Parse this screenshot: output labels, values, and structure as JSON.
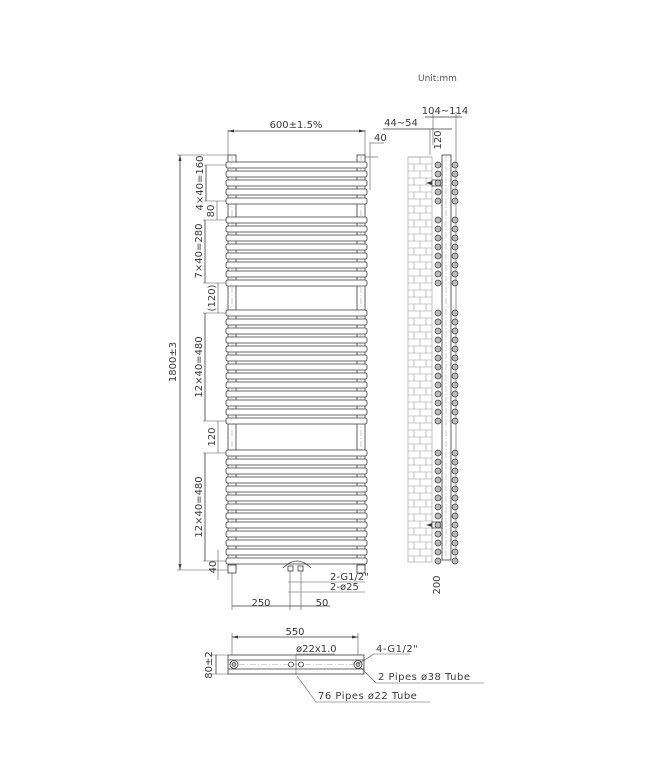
{
  "title": "Towel radiator technical drawing",
  "unit_label": "Unit:mm",
  "front_view": {
    "width_dim": "600±1.5%",
    "top_offset_dim": "40",
    "height_dim": "1800±3",
    "groups": [
      {
        "label": "4×40=160",
        "bars": 5
      },
      {
        "label": "7×40=280",
        "bars": 8
      },
      {
        "label": "12×40=480",
        "bars": 13
      },
      {
        "label": "12×40=480",
        "bars": 13
      }
    ],
    "gap_1": "80",
    "gap_2": "(120)",
    "gap_3": "120",
    "bottom_dim": "40",
    "connection_thread": "2-G1/2\"",
    "connection_diameter": "2-ø25",
    "connection_offset": "250",
    "connection_spacing": "50"
  },
  "side_view": {
    "depth_dim": "104~114",
    "wall_offset_dim": "44~54",
    "top_bracket_dim": "120",
    "bottom_bracket_dim": "200"
  },
  "bottom_view": {
    "width_dim": "550",
    "depth_dim": "80±2",
    "tube_spec": "ø22x1.0",
    "thread_label": "4-G1/2\"",
    "vertical_pipes_label": "2 Pipes ø38 Tube",
    "horizontal_pipes_label": "76 Pipes ø22 Tube"
  },
  "colors": {
    "line": "#3a3a3a",
    "centerline": "#aaaaaa",
    "brick": "#9a9a9a",
    "tube_fill": "#bbbbbb"
  }
}
